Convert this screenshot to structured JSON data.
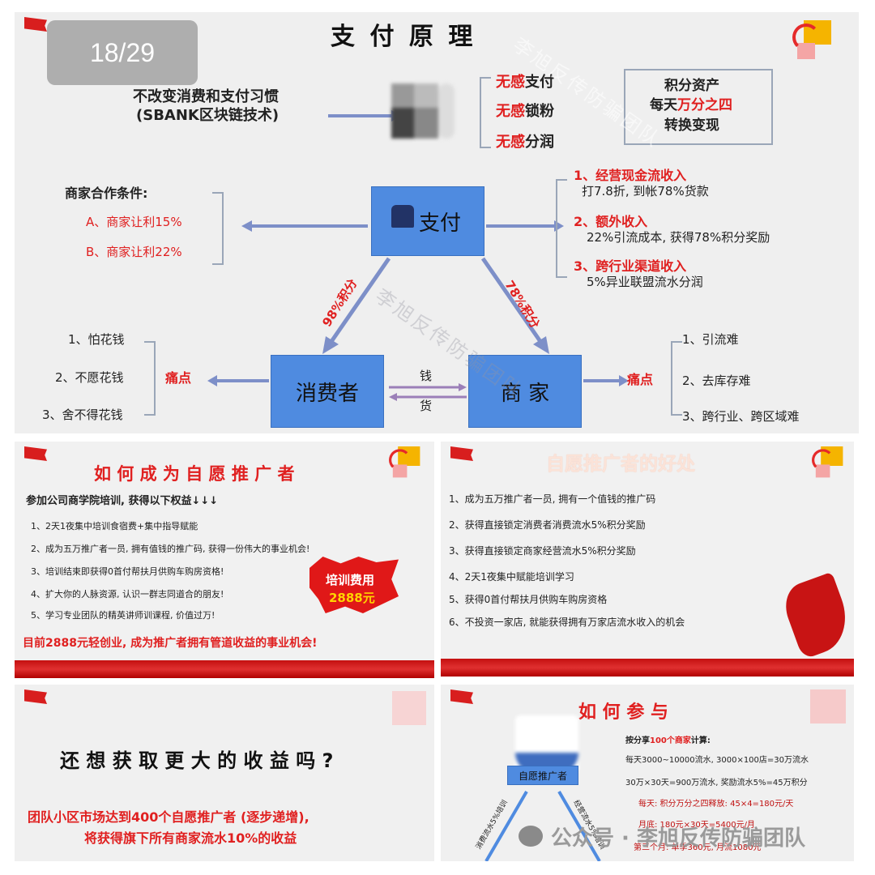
{
  "page_counter": "18/29",
  "watermark": "李旭反传防骗团队",
  "top_slide": {
    "title": "支 付 原 理",
    "principle": [
      "不改变消费和支付习惯",
      "(SBANK区块链技术)"
    ],
    "no_sense": [
      {
        "red": "无感",
        "rest": "支付"
      },
      {
        "red": "无感",
        "rest": "锁粉"
      },
      {
        "red": "无感",
        "rest": "分润"
      }
    ],
    "points_box": {
      "line1": "积分资产",
      "line2_pre": "每天",
      "line2_red": "万分之四",
      "line3": "转换变现"
    },
    "merchant_conditions": {
      "heading": "商家合作条件:",
      "a": "A、商家让利15%",
      "b": "B、商家让利22%"
    },
    "pay_box": "支付",
    "income": [
      {
        "head": "1、经营现金流收入",
        "body": "打7.8折, 到帐78%货款"
      },
      {
        "head": "2、额外收入",
        "body": "22%引流成本, 获得78%积分奖励"
      },
      {
        "head": "3、跨行业渠道收入",
        "body": "5%异业联盟流水分润"
      }
    ],
    "arrow_left": "98%积分",
    "arrow_right": "78%积分",
    "consumer_box": "消费者",
    "merchant_box": "商 家",
    "money_label": "钱",
    "goods_label": "货",
    "pain_label": "痛点",
    "consumer_pains": [
      "1、怕花钱",
      "2、不愿花钱",
      "3、舍不得花钱"
    ],
    "merchant_pains": [
      "1、引流难",
      "2、去库存难",
      "3、跨行业、跨区域难"
    ]
  },
  "slide_become": {
    "title": "如 何 成 为 自 愿 推 广 者",
    "intro": "参加公司商学院培训, 获得以下权益↓↓↓",
    "items": [
      "1、2天1夜集中培训食宿费+集中指导赋能",
      "2、成为五万推广者一员, 拥有值钱的推广码, 获得一份伟大的事业机会!",
      "3、培训结束即获得0首付帮扶月供购车购房资格!",
      "4、扩大你的人脉资源, 认识一群志同道合的朋友!",
      "5、学习专业团队的精英讲师训课程, 价值过万!"
    ],
    "fee_label": "培训费用",
    "fee_value": "2888元",
    "bottom": "目前2888元轻创业, 成为推广者拥有管道收益的事业机会!"
  },
  "slide_benefits": {
    "title": "自愿推广者的好处",
    "items": [
      "1、成为五万推广者一员, 拥有一个值钱的推广码",
      "2、获得直接锁定消费者消费流水5%积分奖励",
      "3、获得直接锁定商家经营流水5%积分奖励",
      "4、2天1夜集中赋能培训学习",
      "5、获得0首付帮扶月供购车购房资格",
      "6、不投资一家店, 就能获得拥有万家店流水收入的机会"
    ]
  },
  "slide_more": {
    "title": "还 想 获 取 更 大 的 收 益 吗 ?",
    "line1": "团队小区市场达到400个自愿推广者 (逐步递增),",
    "line2": "将获得旗下所有商家流水10%的收益"
  },
  "slide_join": {
    "title": "如 何 参 与",
    "promoter": "自愿推广者",
    "calc_pre": "按分享",
    "calc_red": "100个商家",
    "calc_post": "计算:",
    "line1": "每天3000~10000流水, 3000×100店=30万流水",
    "line2": "30万×30天=900万流水, 奖励流水5%=45万积分",
    "line3": "每天: 积分万分之四释放: 45×4=180元/天",
    "line4": "月底: 180元×30天=5400元/月",
    "line5": "第三个月: 单季360元, 月流1080元",
    "left_arrow": "消费流水5%培训",
    "right_arrow": "经营流水5%培训"
  },
  "wechat_footer": "公众号 · 李旭反传防骗团队"
}
